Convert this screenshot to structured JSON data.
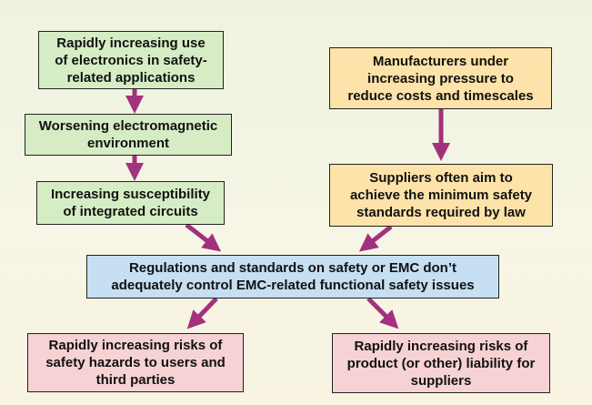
{
  "colors": {
    "arrow": "#a3317d",
    "green_box": "#d6ecc5",
    "orange_box": "#fde3a9",
    "blue_box": "#c6dff2",
    "pink_box": "#f6d2d5"
  },
  "nodes": {
    "electronics_use": "Rapidly increasing use\nof electronics in safety-\nrelated applications",
    "em_environment": "Worsening electromagnetic\nenvironment",
    "ic_susceptibility": "Increasing susceptibility\nof integrated circuits",
    "manufacturers_pressure": "Manufacturers under\nincreasing pressure to\nreduce costs and timescales",
    "suppliers_minimum": "Suppliers often aim to\nachieve the minimum safety\nstandards required by law",
    "regulations": "Regulations and standards on safety or EMC don’t\nadequately control EMC-related functional safety issues",
    "risk_users": "Rapidly increasing risks of\nsafety hazards to users and\nthird parties",
    "risk_liability": "Rapidly increasing risks of\nproduct (or other) liability for\nsuppliers"
  }
}
